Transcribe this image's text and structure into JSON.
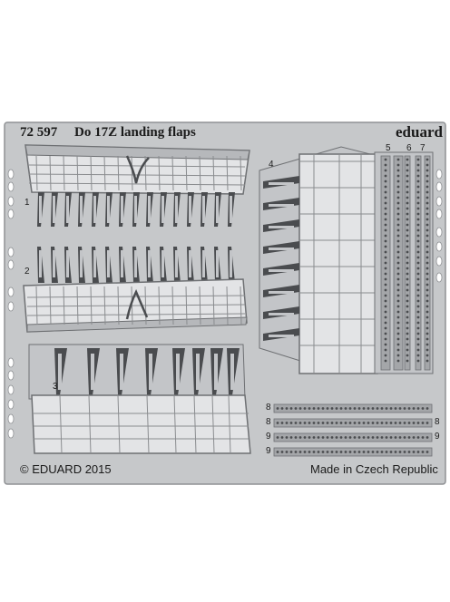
{
  "header": {
    "code": "72 597",
    "title": "Do 17Z landing flaps",
    "brand": "eduard"
  },
  "footer": {
    "copyright": "© EDUARD 2015",
    "origin": "Made in Czech Republic"
  },
  "part_numbers": {
    "p1": "1",
    "p2": "2",
    "p3": "3",
    "p4": "4",
    "p5": "5",
    "p6": "6",
    "p7": "7",
    "p8a": "8",
    "p8b": "8",
    "p8c": "8",
    "p9a": "9",
    "p9b": "9",
    "p9c": "9"
  },
  "colors": {
    "fret": "#c6c8ca",
    "fret_edge": "#9a9c9e",
    "part": "#b9bbbe",
    "part_light": "#e3e4e6",
    "dark": "#4a4c4f",
    "etch": "#8c8e91"
  }
}
